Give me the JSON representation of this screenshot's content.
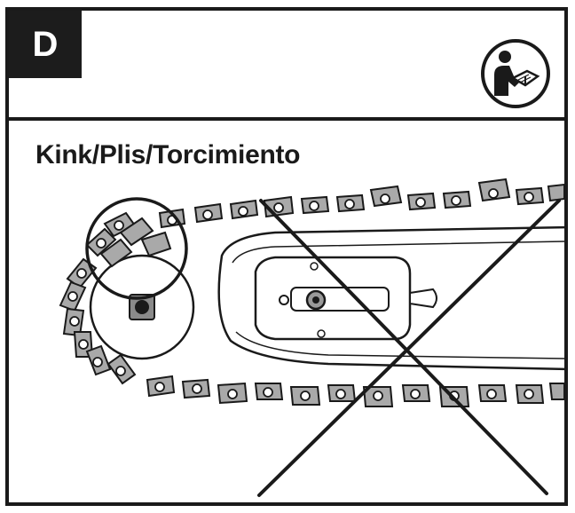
{
  "panel": {
    "label": "D",
    "title": "Kink/Plis/Torcimiento"
  },
  "icons": {
    "manual": "read-manual-icon",
    "prohibited": "cross-out-mark"
  },
  "colors": {
    "ink": "#1a1a1a",
    "chain_fill": "#a9a9a9",
    "paper": "#ffffff"
  }
}
